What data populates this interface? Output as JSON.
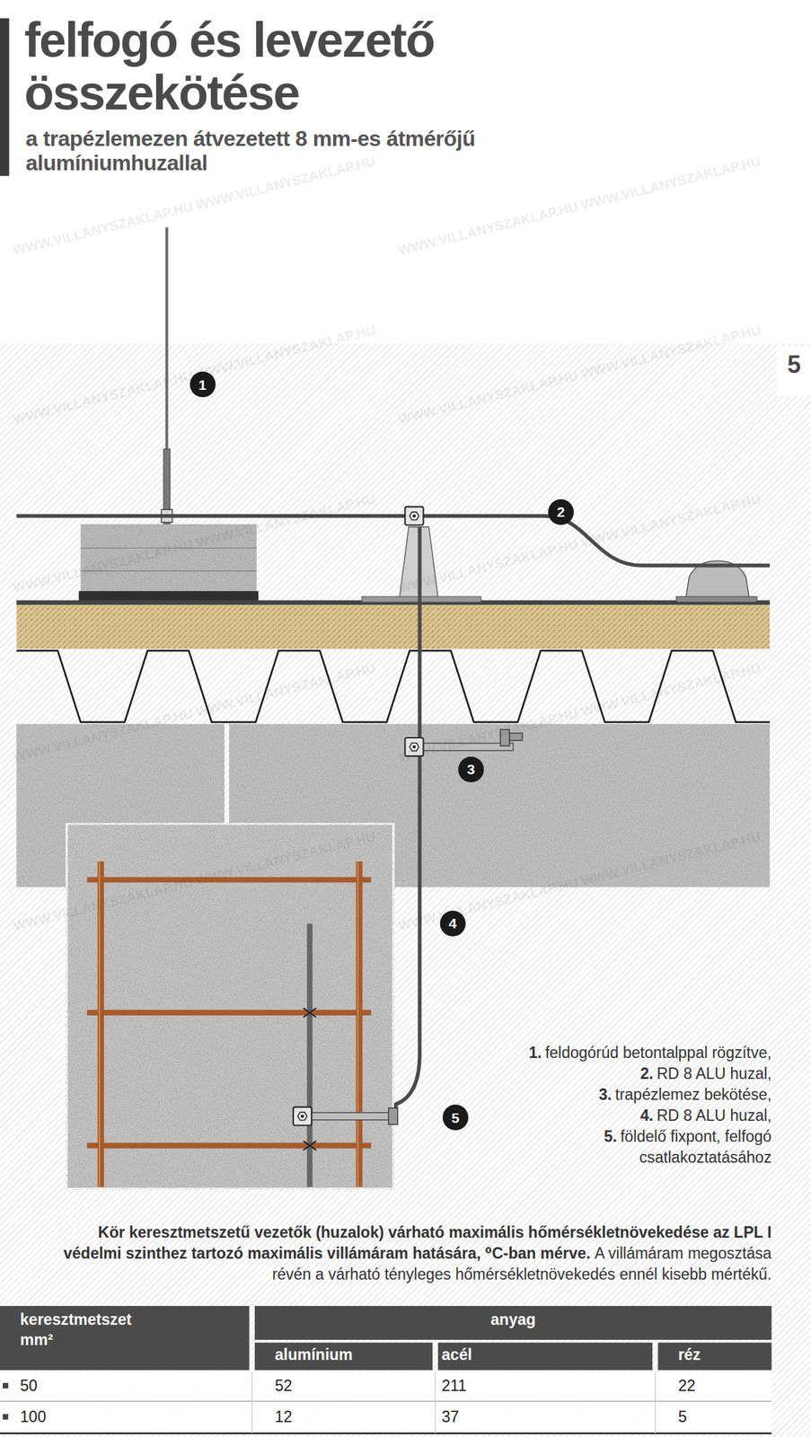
{
  "diagram": {
    "title": "felfogó és levezető összekötése",
    "nodes": [
      {
        "text": [
          "1"
        ]
      },
      {
        "text": [
          "2"
        ]
      },
      {
        "text": [
          "3"
        ]
      },
      {
        "text": [
          "4"
        ]
      },
      {
        "text": [
          "5"
        ]
      }
    ],
    "labels": [
      "a trapézlemezen átvezetett 8 mm-es átmérőjű alumíniumhuzallal",
      "5",
      "WWW.VILLANYSZAKLAP.HU WWW.VILLANYSZAKLAP.HU",
      "WWW.VILLANYSZAKLAP.HU WWW.VILLANYSZAKLAP.HU",
      "WWW.VILLANYSZAKLAP.HU WWW.VILLANYSZAKLAP.HU",
      "WWW.VILLANYSZAKLAP.HU WWW.VILLANYSZAKLAP.HU",
      "WWW.VILLANYSZAKLAP.HU WWW.VILLANYSZAKLAP.HU",
      "WWW.VILLANYSZAKLAP.HU WWW.VILLANYSZAKLAP.HU",
      "WWW.VILLANYSZAKLAP.HU WWW.VILLANYSZAKLAP.HU",
      "WWW.VILLANYSZAKLAP.HU WWW.VILLANYSZAKLAP.HU",
      "WWW.VILLANYSZAKLAP.HU WWW.VILLANYSZAKLAP.HU",
      "WWW.VILLANYSZAKLAP.HU WWW.VILLANYSZAKLAP.HU",
      "1.",
      "feldogórúd betontalppal rögzítve,",
      "2.",
      "RD 8 ALU huzal,",
      "3.",
      "trapézlemez bekötése,",
      "4.",
      "RD 8 ALU huzal,",
      "5.",
      "földelő fixpont, felfogó csatlakoztatásához",
      "Kör keresztmetszetű vezetők (huzalok) várható maximális hőmérsékletnövekedése az LPL I védelmi szinthez tartozó maximális villámáram hatására, ⁰C-ban mérve.",
      "A villámáram megosztása révén a várható tényleges hőmérsékletnövekedés ennél kisebb mértékű.",
      "keresztmetszet",
      "mm²",
      "anyag",
      "alumínium",
      "acél",
      "réz",
      "50",
      "52",
      "211",
      "22",
      "100",
      "12",
      "37",
      "5"
    ]
  }
}
